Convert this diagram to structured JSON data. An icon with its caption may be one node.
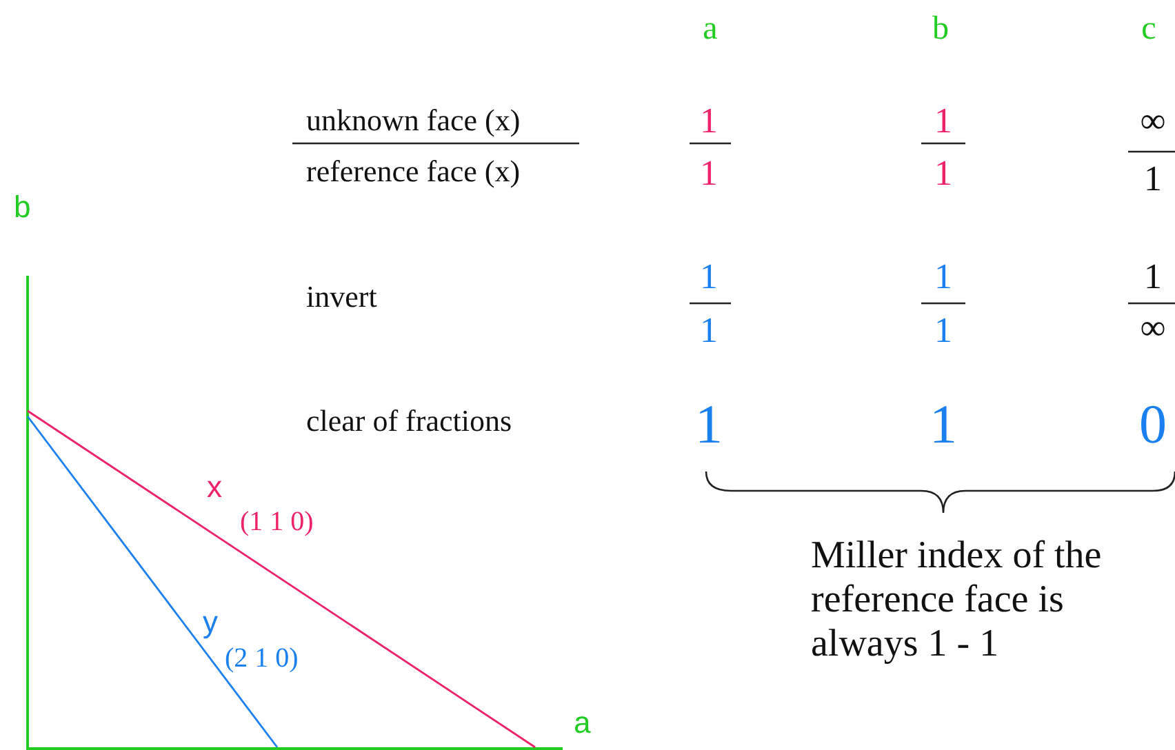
{
  "diagram": {
    "labels": [
      "a",
      "b",
      "c",
      "unknown face (x)",
      "1",
      "1",
      "∞",
      "reference face (x)",
      "1",
      "1",
      "1",
      "b",
      "invert",
      "1",
      "1",
      "1",
      "1",
      "1",
      "∞",
      "clear of fractions",
      "1",
      "1",
      "0",
      "x",
      "(1 1 0)",
      "Miller index of the reference face is always 1 - 1",
      "y",
      "(2 1 0)",
      "a"
    ]
  }
}
